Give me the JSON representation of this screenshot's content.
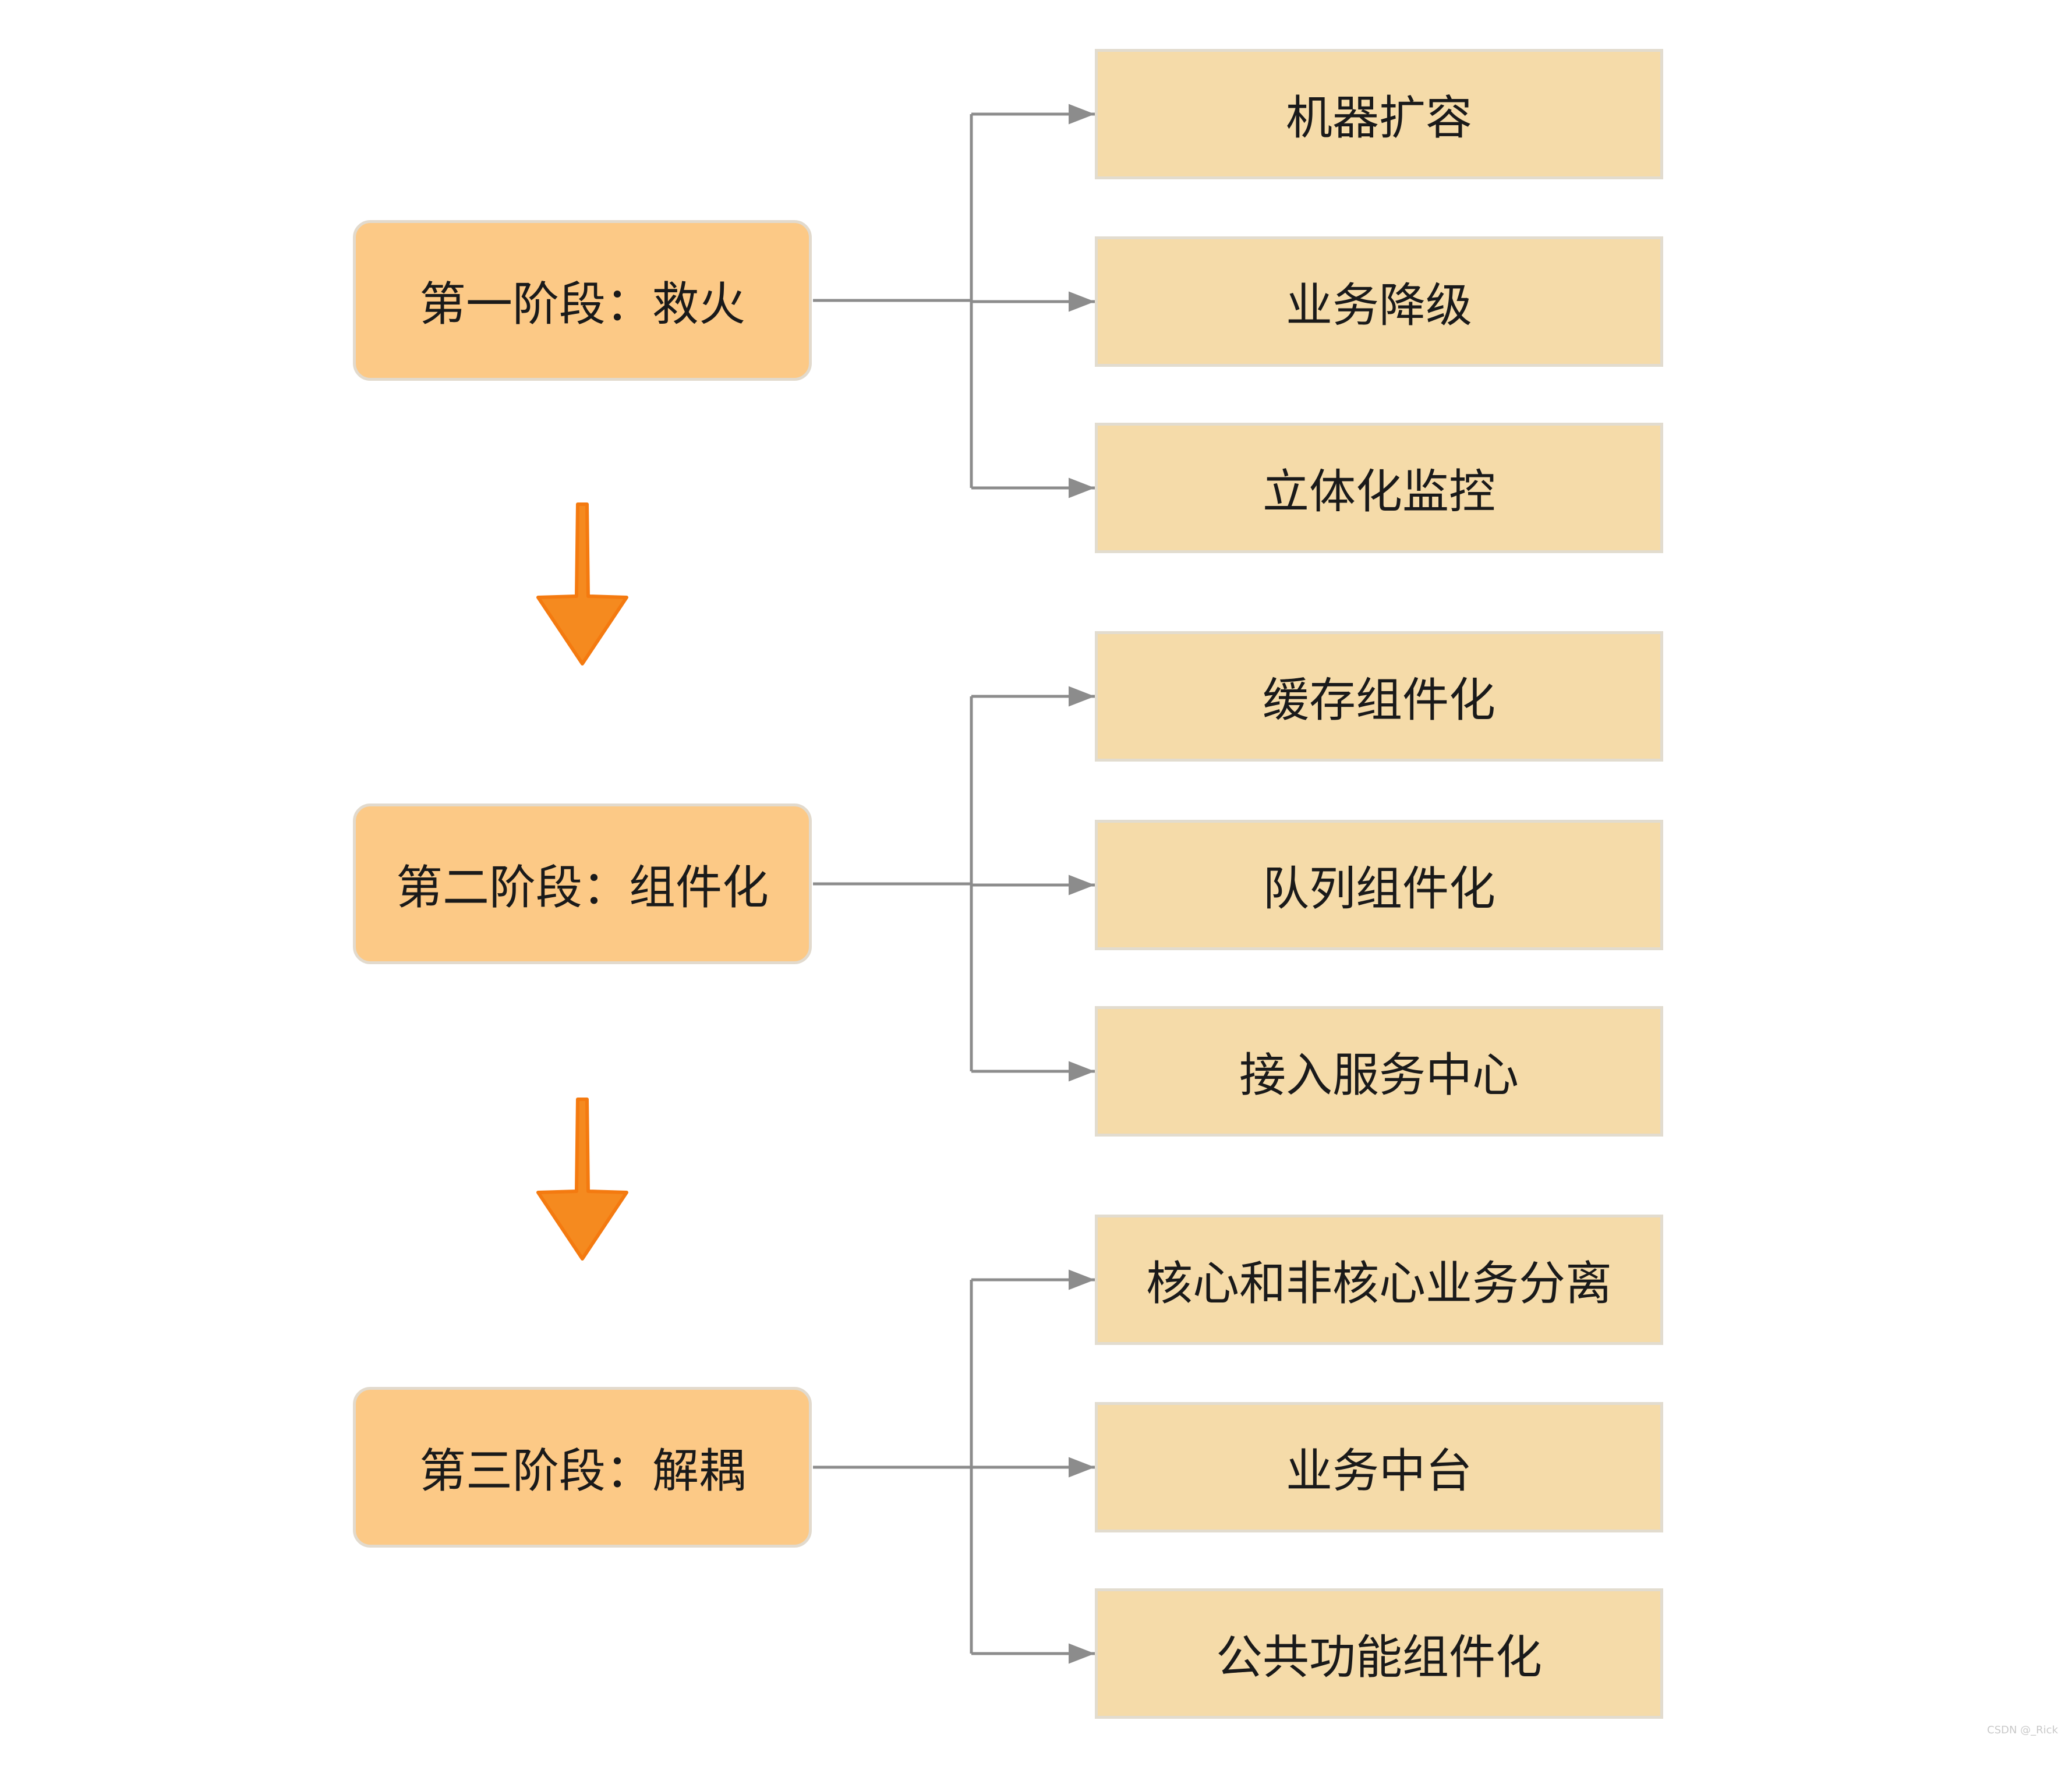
{
  "stages": [
    {
      "label": "第一阶段：救火",
      "items": [
        "机器扩容",
        "业务降级",
        "立体化监控"
      ]
    },
    {
      "label": "第二阶段：组件化",
      "items": [
        "缓存组件化",
        "队列组件化",
        "接入服务中心"
      ]
    },
    {
      "label": "第三阶段：解耦",
      "items": [
        "核心和非核心业务分离",
        "业务中台",
        "公共功能组件化"
      ]
    }
  ],
  "watermark": "CSDN @_Rick",
  "colors": {
    "stage_fill": "#fcc986",
    "item_fill": "#f5dba9",
    "connector": "#8c8c8c",
    "progress_arrow": "#f58a1f"
  }
}
